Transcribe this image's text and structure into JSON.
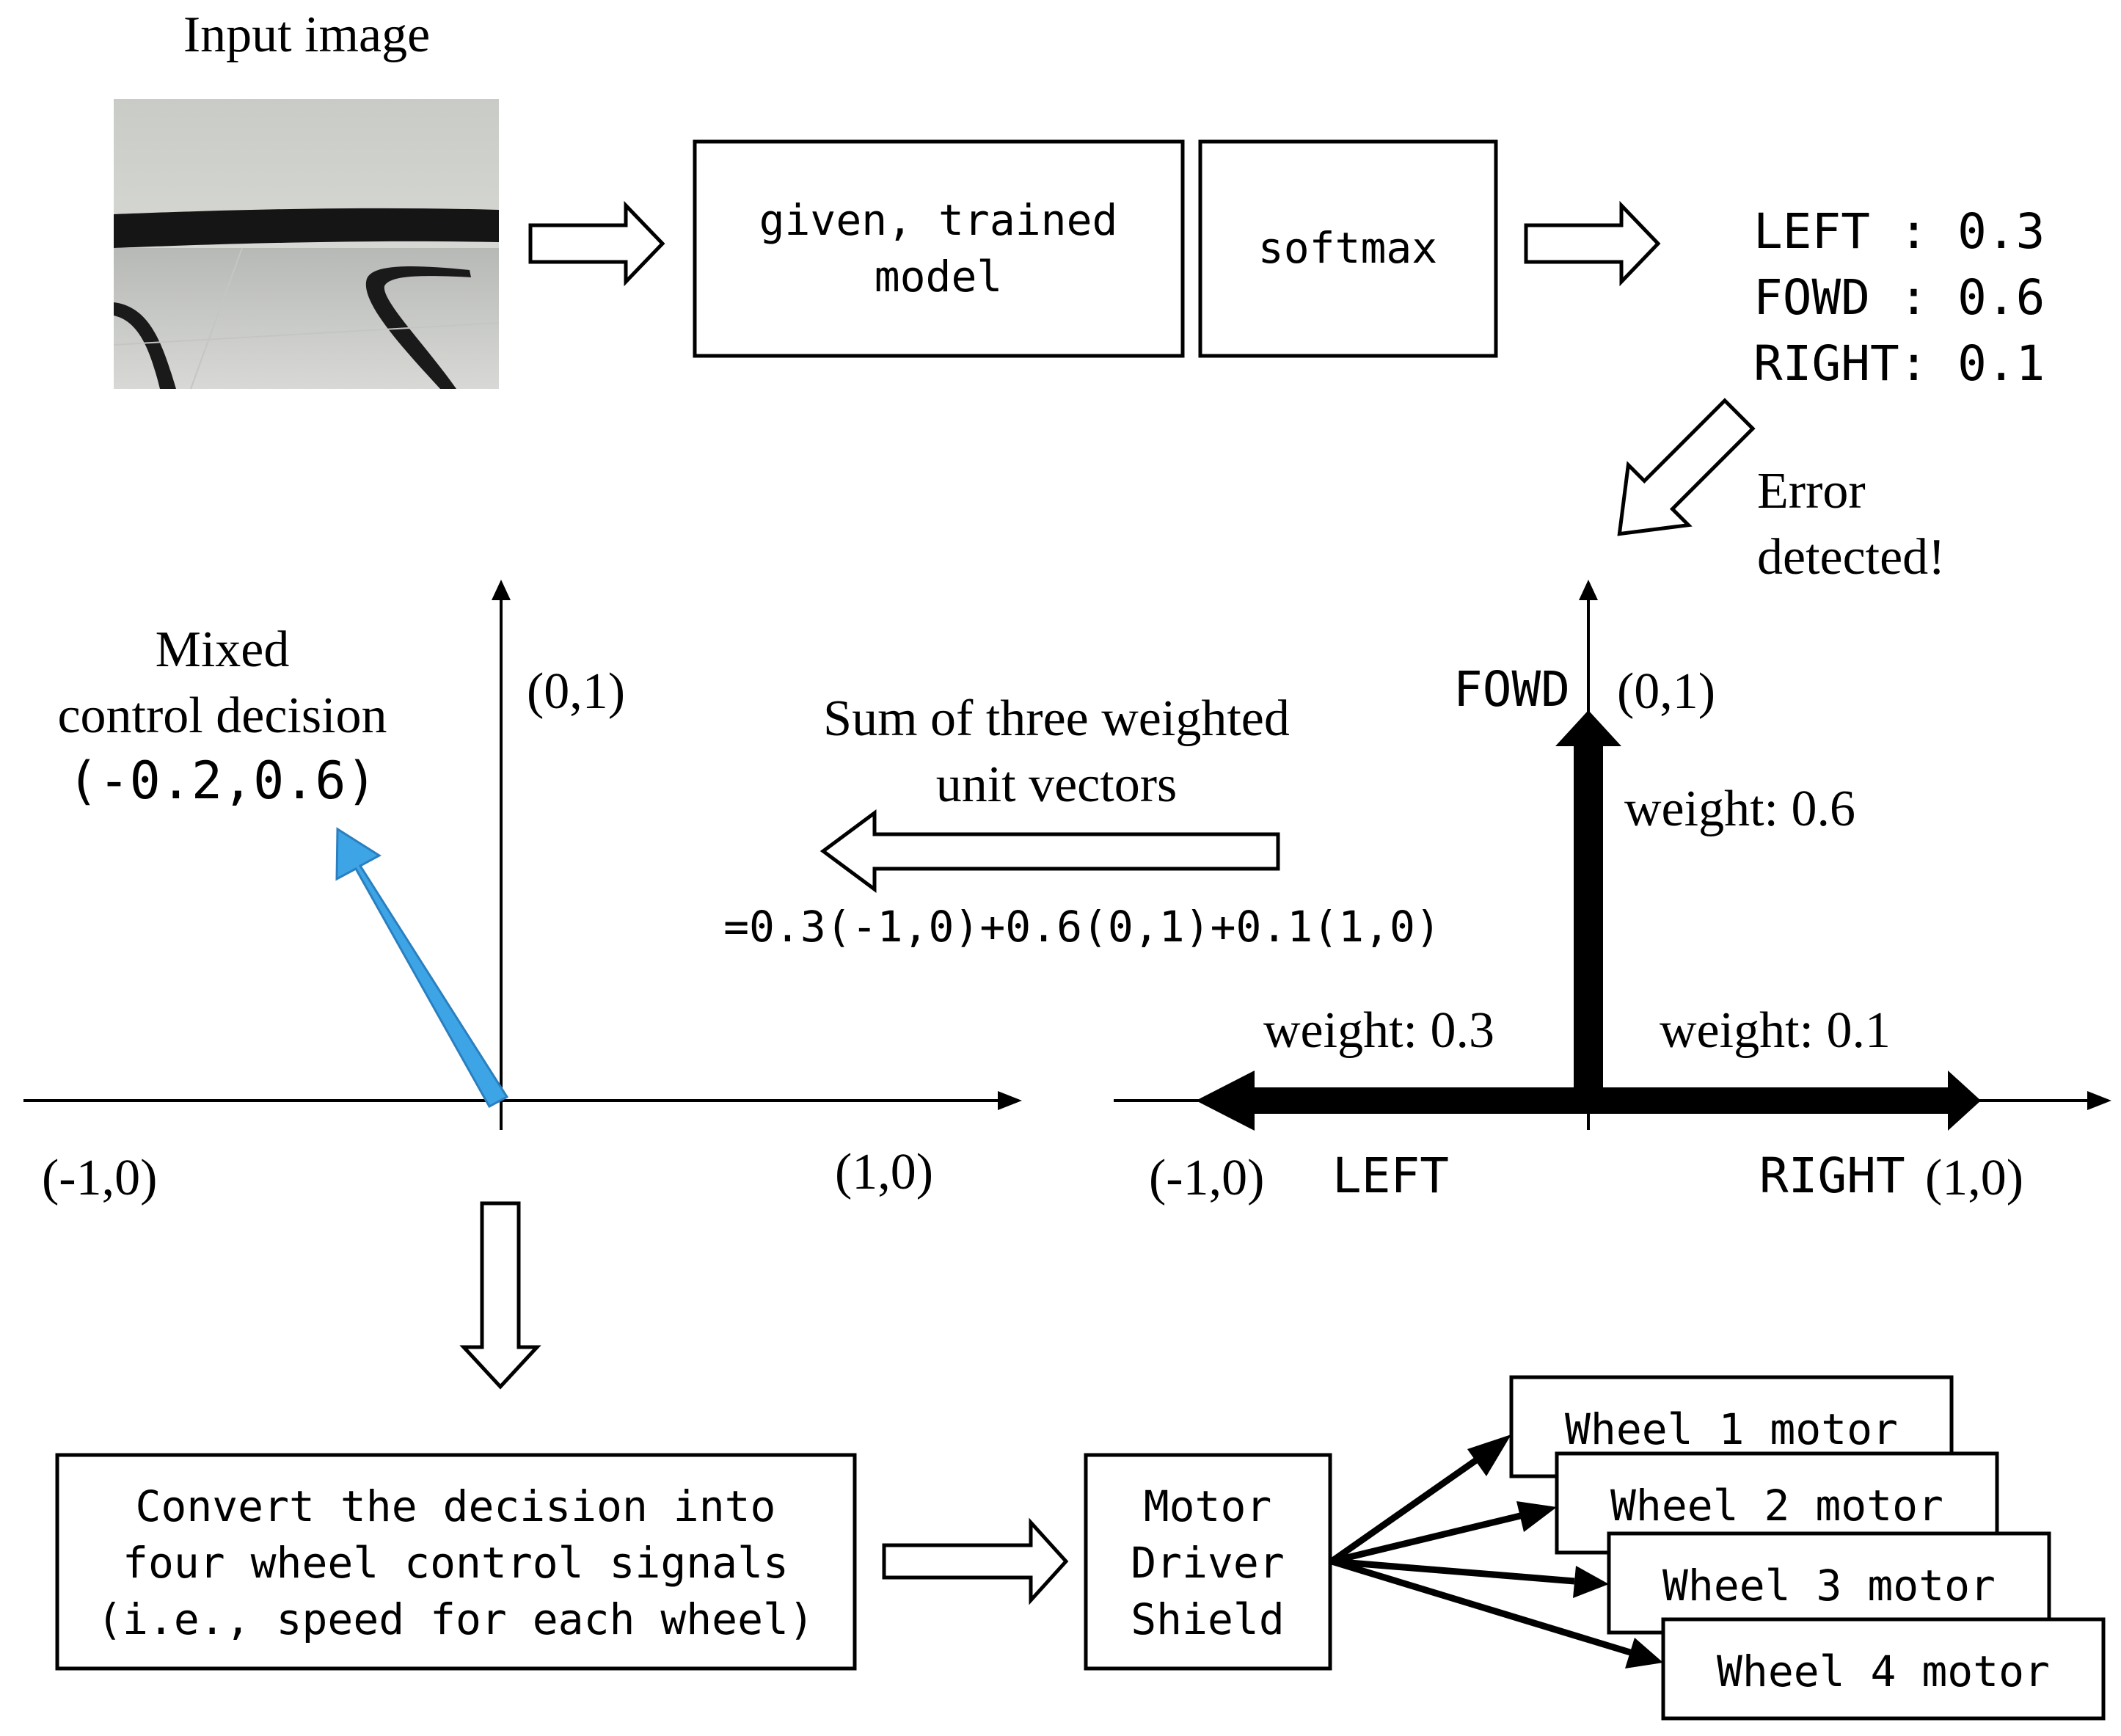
{
  "input_image": {
    "title": "Input image"
  },
  "model": {
    "box_line1": "given, trained",
    "box_line2": "model",
    "softmax": "softmax"
  },
  "outputs": {
    "left": "LEFT : 0.3",
    "fowd": "FOWD : 0.6",
    "right": "RIGHT: 0.1"
  },
  "error": {
    "line1": "Error",
    "line2": "detected!"
  },
  "right_plot": {
    "fowd_label": "FOWD",
    "up_coord": "(0,1)",
    "weight_fowd": "weight: 0.6",
    "weight_left": "weight: 0.3",
    "weight_right": "weight: 0.1",
    "left_coord": "(-1,0)",
    "left_label": "LEFT",
    "right_label": "RIGHT",
    "right_coord": "(1,0)"
  },
  "sum": {
    "line1": "Sum of three weighted",
    "line2": "unit vectors",
    "formula": "=0.3(-1,0)+0.6(0,1)+0.1(1,0)"
  },
  "left_plot": {
    "title_line1": "Mixed",
    "title_line2": "control decision",
    "value": "(-0.2,0.6)",
    "up_coord": "(0,1)",
    "left_coord": "(-1,0)",
    "right_coord": "(1,0)",
    "vector_color": "#3da5e6"
  },
  "convert": {
    "line1": "Convert the decision into",
    "line2": "four wheel control signals",
    "line3": "(i.e., speed for each wheel)"
  },
  "driver": {
    "line1": "Motor",
    "line2": "Driver",
    "line3": "Shield"
  },
  "wheels": [
    "Wheel 1 motor",
    "Wheel 2 motor",
    "Wheel 3 motor",
    "Wheel 4 motor"
  ],
  "icons": {
    "block_arrow": "hollow-arrow-icon",
    "vector_arrow": "solid-arrow-icon"
  }
}
